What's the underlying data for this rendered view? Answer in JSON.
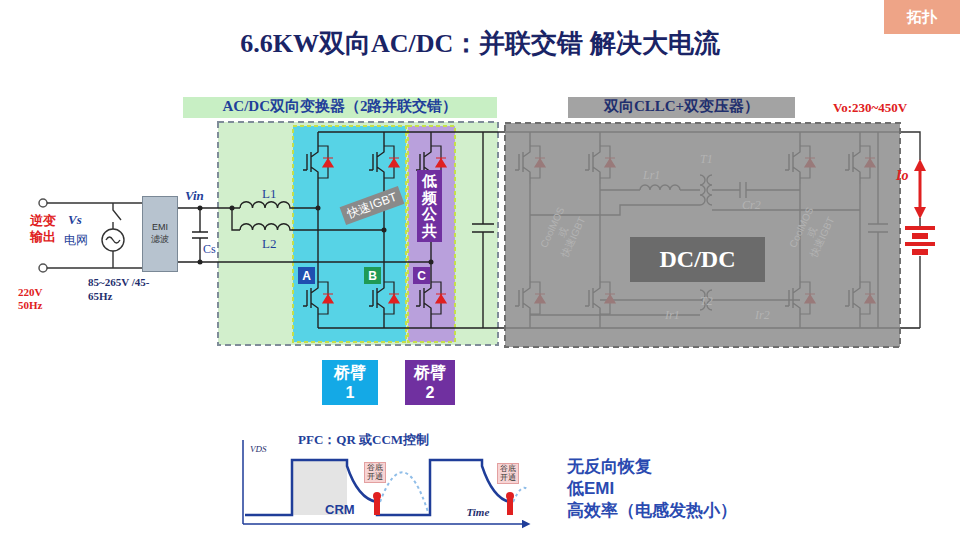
{
  "diagram": {
    "title": "6.6KW双向AC/DC：并联交错 解决大电流",
    "nodes": [
      {
        "text": [
          "拓扑"
        ]
      },
      {
        "text": [
          "AC/DC双向变换器（2路并联交错）"
        ]
      },
      {
        "text": [
          "快速IGBT"
        ],
        "in": 1
      },
      {
        "text": [
          "低频公共"
        ],
        "in": 1
      },
      {
        "text": [
          "A"
        ],
        "in": 1
      },
      {
        "text": [
          "B"
        ],
        "in": 1
      },
      {
        "text": [
          "C"
        ],
        "in": 1
      },
      {
        "text": [
          "双向CLLC+双变压器）"
        ]
      },
      {
        "text": [
          "DC/DC"
        ],
        "in": 7
      },
      {
        "text": [
          "EMI 滤波"
        ]
      },
      {
        "text": [
          "桥臂 1"
        ]
      },
      {
        "text": [
          "桥臂 2"
        ]
      },
      {
        "text": [
          "谷底 开通"
        ]
      },
      {
        "text": [
          "谷底 开通"
        ]
      }
    ],
    "edges": [
      {
        "from": 9,
        "to": 1,
        "arrow": "none"
      },
      {
        "from": 1,
        "to": 7,
        "arrow": "none"
      }
    ],
    "labels": [
      "Vo:230~450V",
      "Io",
      "Lr1",
      "T1",
      "Cr2",
      "CoolMOS 或 快速IGBT",
      "CoolMOS 或 快速IGBT",
      "Ir1",
      "T2",
      "Ir2",
      "Vin",
      "L1",
      "L2",
      "Cs",
      "逆变 输出",
      "Vs",
      "电网",
      "220V 50Hz",
      "85~265V /45-65Hz",
      "PFC：QR 或CCM控制",
      "VDS",
      "CRM",
      "Time",
      "无反向恢复",
      "低EMI",
      "高效率（电感发热小）"
    ]
  }
}
